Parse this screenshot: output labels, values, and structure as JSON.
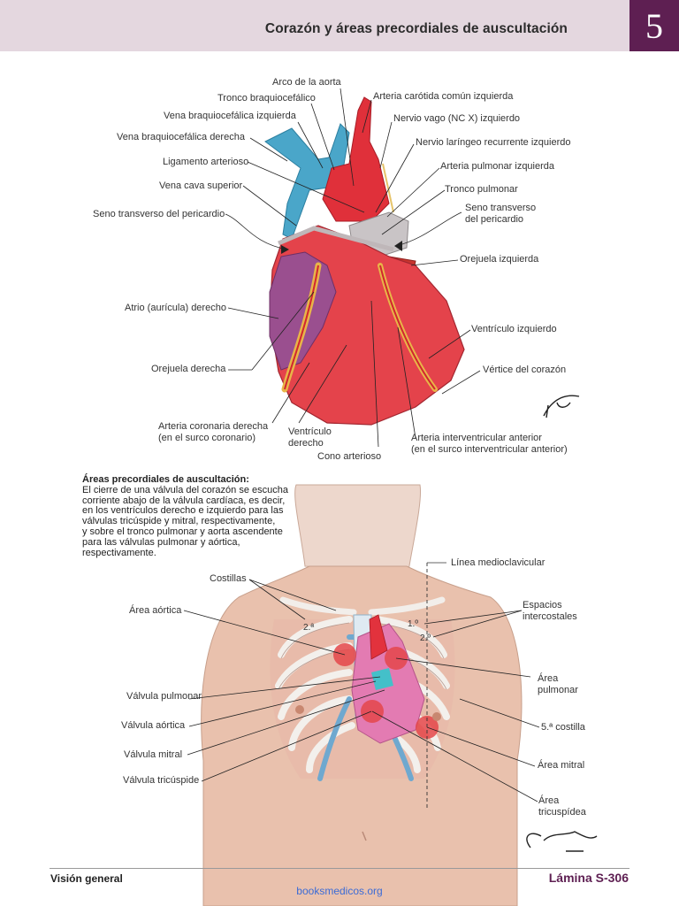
{
  "header": {
    "title": "Corazón y áreas precordiales de auscultación",
    "chapter_number": "5"
  },
  "heart_labels": {
    "arco_aorta": "Arco de la aorta",
    "tronco_braquiocefalico": "Tronco braquiocefálico",
    "vena_braquio_izq": "Vena braquiocefálica izquierda",
    "vena_braquio_der": "Vena braquiocefálica derecha",
    "ligamento": "Ligamento arterioso",
    "vena_cava": "Vena cava superior",
    "seno_izq": "Seno transverso del pericardio",
    "atrio": "Atrio (aurícula) derecho",
    "orejuela_der": "Orejuela derecha",
    "coronaria_der": "Arteria coronaria derecha\n(en el surco coronario)",
    "ventriculo_der": "Ventrículo\nderecho",
    "cono": "Cono arterioso",
    "carotida": "Arteria carótida común izquierda",
    "vago": "Nervio vago (NC X) izquierdo",
    "laringeo": "Nervio laríngeo recurrente izquierdo",
    "pulmonar_izq": "Arteria pulmonar izquierda",
    "tronco_pulmonar": "Tronco pulmonar",
    "seno_der": "Seno transverso\ndel pericardio",
    "orejuela_izq": "Orejuela izquierda",
    "ventriculo_izq": "Ventrículo izquierdo",
    "vertice": "Vértice del corazón",
    "interventricular": "Arteria interventricular anterior\n(en el surco interventricular anterior)"
  },
  "intro": {
    "title": "Áreas precordiales de auscultación:",
    "text": "El cierre de una válvula del corazón se escucha\ncorriente abajo de la válvula cardíaca, es decir,\nen los ventrículos derecho e izquierdo para las\nválvulas tricúspide y mitral, respectivamente,\ny sobre el tronco pulmonar y aorta ascendente\npara las válvulas pulmonar y aórtica,\nrespectivamente."
  },
  "chest_labels": {
    "linea": "Línea medioclavicular",
    "costillas": "Costillas",
    "area_aortica": "Área aórtica",
    "espacios": "Espacios\nintercostales",
    "valvula_pulmonar": "Válvula pulmonar",
    "valvula_aortica": "Válvula aórtica",
    "valvula_mitral": "Válvula mitral",
    "valvula_tricuspide": "Válvula tricúspide",
    "area_pulmonar": "Área\npulmonar",
    "quinta_costilla": "5.ª costilla",
    "area_mitral": "Área mitral",
    "area_tricuspidea": "Área\ntricuspídea",
    "rib_2_left": "2.ª",
    "space_1": "1.º",
    "space_2": "2.º"
  },
  "signatures": {
    "heart": "F. Netter",
    "chest": "C.Machado"
  },
  "footer": {
    "section": "Visión general",
    "plate": "Lámina S-306",
    "link": "booksmedicos.org"
  },
  "colors": {
    "header_bg": "#e4d7df",
    "chapter_bg": "#5e1f52",
    "plate_text": "#5e1f52",
    "link": "#3b6bd6"
  }
}
